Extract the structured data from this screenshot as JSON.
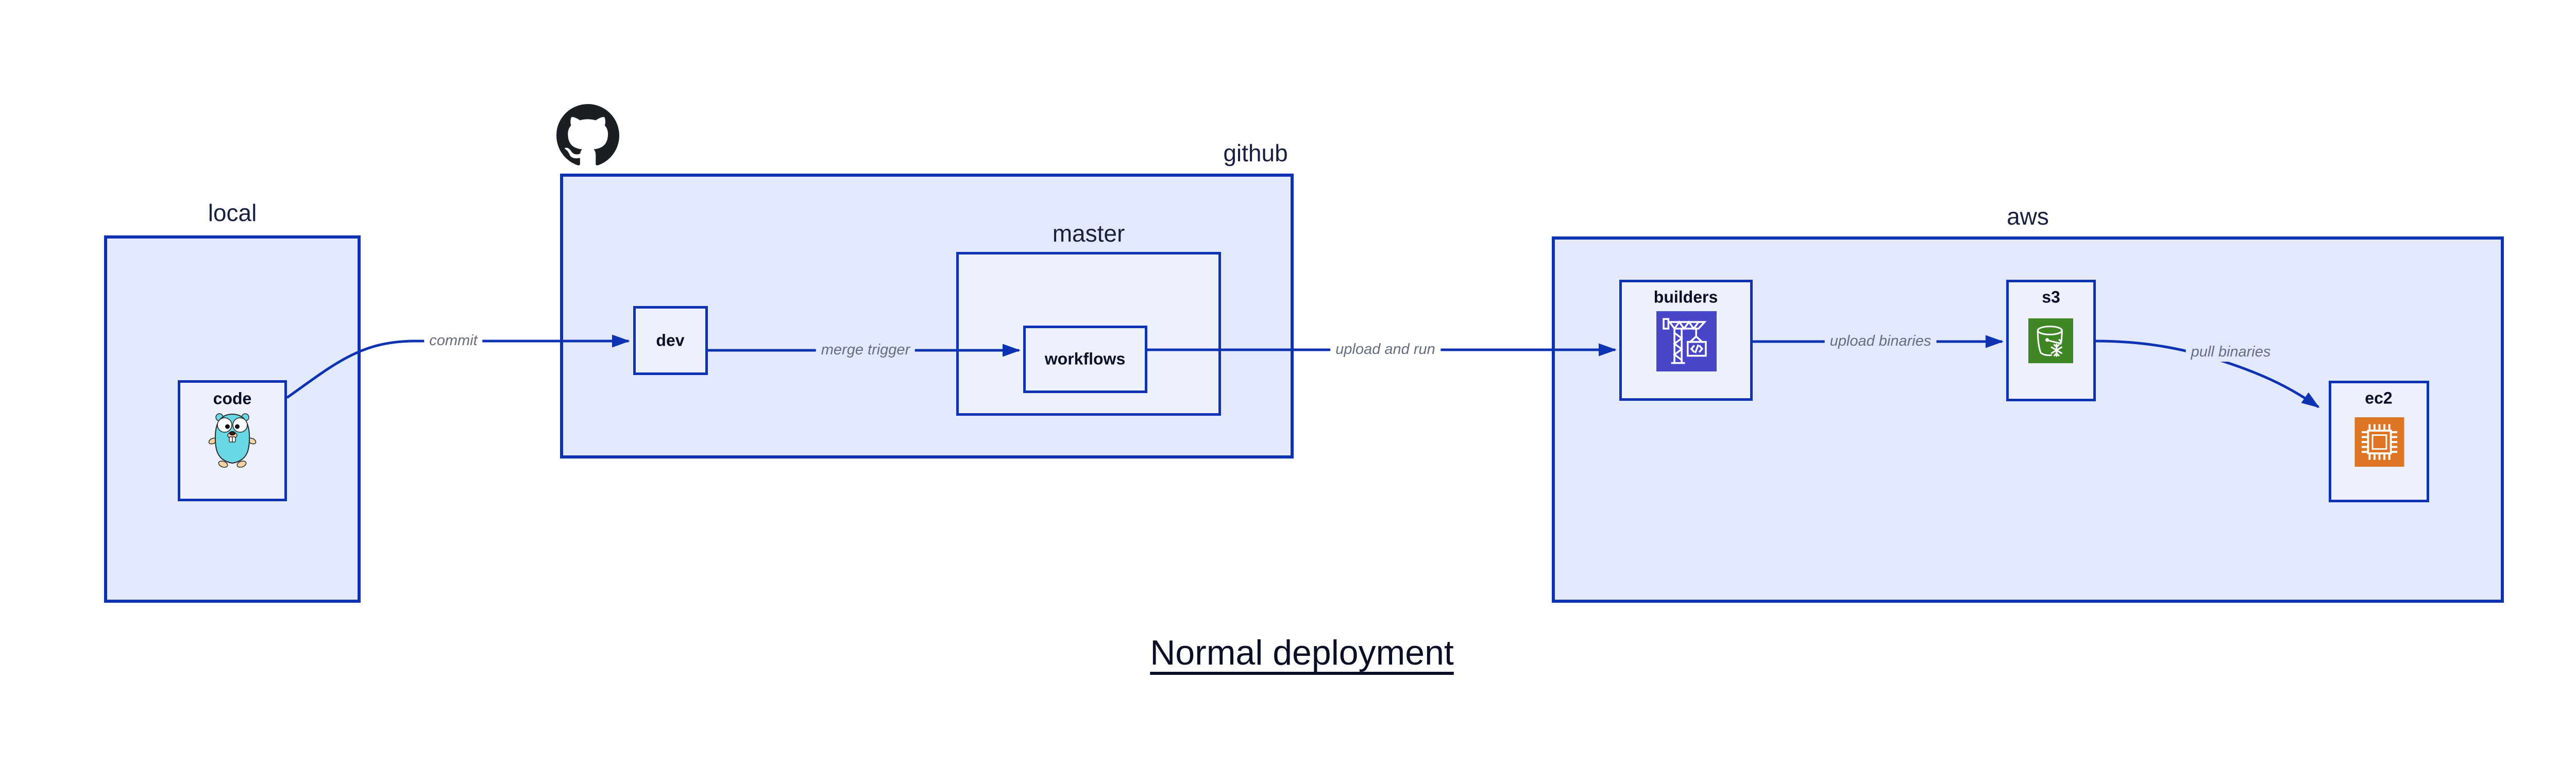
{
  "title": {
    "text": "Normal deployment"
  },
  "containers": {
    "local": {
      "label": "local"
    },
    "github": {
      "label": "github"
    },
    "master": {
      "label": "master"
    },
    "aws": {
      "label": "aws"
    }
  },
  "nodes": {
    "code": {
      "label": "code",
      "icon": "go-gopher-icon"
    },
    "dev": {
      "label": "dev"
    },
    "workflows": {
      "label": "workflows"
    },
    "builders": {
      "label": "builders",
      "icon": "aws-codebuild-crane-icon"
    },
    "s3": {
      "label": "s3",
      "icon": "aws-s3-glacier-bucket-icon"
    },
    "ec2": {
      "label": "ec2",
      "icon": "aws-ec2-chip-icon"
    }
  },
  "edges": [
    {
      "id": "commit",
      "label": "commit",
      "from": "code",
      "to": "dev"
    },
    {
      "id": "merge-trigger",
      "label": "merge trigger",
      "from": "dev",
      "to": "workflows"
    },
    {
      "id": "upload-and-run",
      "label": "upload and run",
      "from": "workflows",
      "to": "builders"
    },
    {
      "id": "upload-binaries",
      "label": "upload binaries",
      "from": "builders",
      "to": "s3"
    },
    {
      "id": "pull-binaries",
      "label": "pull binaries",
      "from": "s3",
      "to": "ec2"
    }
  ],
  "logos": {
    "github": "github-octocat-icon"
  },
  "colors": {
    "stroke_blue": "#0d32b2",
    "container_fill": "#e3e9fd",
    "node_fill": "#edf0fd",
    "heading_navy": "#17203f",
    "node_label_navy": "#0a0f25",
    "edge_label_gray": "#676c7e",
    "title_navy": "#0a0f25",
    "octocat_black": "#1b1f23",
    "gopher_teal": "#6ad7e5",
    "codebuild_indigo": "#4945c9",
    "s3_green": "#3f8624",
    "ec2_orange": "#dd7524",
    "canvas_white": "#ffffff"
  }
}
